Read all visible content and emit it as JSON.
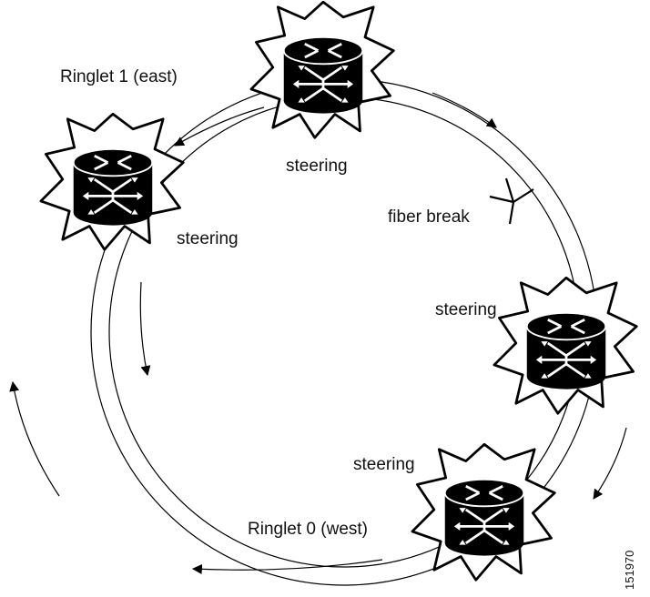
{
  "diagram": {
    "labels": {
      "ringlet1": "Ringlet 1 (east)",
      "ringlet0": "Ringlet 0 (west)",
      "fiber_break": "fiber break",
      "figure_number": "151970"
    },
    "nodes": [
      {
        "id": "top",
        "label": "steering"
      },
      {
        "id": "left",
        "label": "steering"
      },
      {
        "id": "right",
        "label": "steering"
      },
      {
        "id": "bottom",
        "label": "steering"
      }
    ]
  }
}
